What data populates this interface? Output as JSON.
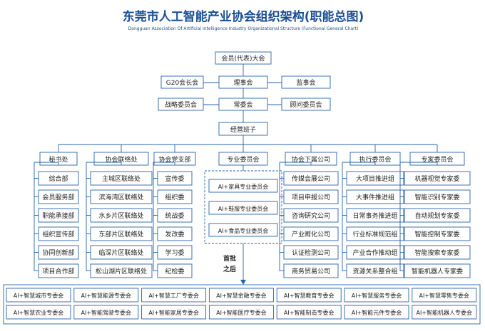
{
  "title": "东莞市人工智能产业协会组织架构(职能总图)",
  "subtitle": "Dongguan Association Of Artificial Intelligence Industry Organizational Structure (Functional General Chart)",
  "top": {
    "assembly": "会员(代表)大会",
    "g20": "G20会长会",
    "council": "理事会",
    "supervisory": "监事会",
    "strategy": "战略委员会",
    "standing": "常委会",
    "advisory": "顾问委员会",
    "management": "经营班子"
  },
  "columns": [
    {
      "header": "秘书处",
      "items": [
        "综合部",
        "会员服务部",
        "职能承接部",
        "组织宣传部",
        "协同创新部",
        "项目合作部"
      ]
    },
    {
      "header": "协会联络处",
      "items": [
        "主城区联络处",
        "滨海湾区联络处",
        "水乡片区联络处",
        "东部片区联络处",
        "临深片区联络处",
        "松山湖片区联络处"
      ]
    },
    {
      "header": "协会党支部",
      "items": [
        "宣传委",
        "组织委",
        "统战委",
        "发改委",
        "学习委",
        "纪检委"
      ]
    },
    {
      "header": "专业委员会",
      "items": [
        "AI+家具专业委员会",
        "AI+鞋服专业委员会",
        "AI+食品专业委员会"
      ]
    },
    {
      "header": "协会下属公司",
      "items": [
        "传媒会展公司",
        "项目申报公司",
        "咨询研究公司",
        "产业孵化公司",
        "认证检测公司",
        "商务贸易公司"
      ]
    },
    {
      "header": "执行委员会",
      "items": [
        "大项目推进组",
        "大事件推进组",
        "日常事务推进组",
        "行业标准规范组",
        "产业合作推动组",
        "资源关系整合组"
      ]
    },
    {
      "header": "专家委员会",
      "items": [
        "机器视觉专家委",
        "智能识别专家委",
        "自动规划专家委",
        "智能控制专家委",
        "智能搜索专家委",
        "智能机器人专家委"
      ]
    }
  ],
  "note": [
    "首批",
    "之后"
  ],
  "bottom_rows": [
    [
      "AI+智慧城市专委会",
      "AI+智慧能源专委会",
      "AI+智慧工厂专委会",
      "AI+智慧金融专委会",
      "AI+智慧教育专委会",
      "AI+智慧服务专委会",
      "AI+智慧零售专委会"
    ],
    [
      "AI+智慧农业专委会",
      "AI+智能驾驶专委会",
      "AI+智能家居专委会",
      "AI+智能医疗专委会",
      "AI+智能制造专委会",
      "AI+智能元件专委会",
      "AI+智能机器人专委会"
    ]
  ],
  "colors": {
    "line": "#2a63a8",
    "title": "#1a4f93",
    "text": "#222222"
  }
}
